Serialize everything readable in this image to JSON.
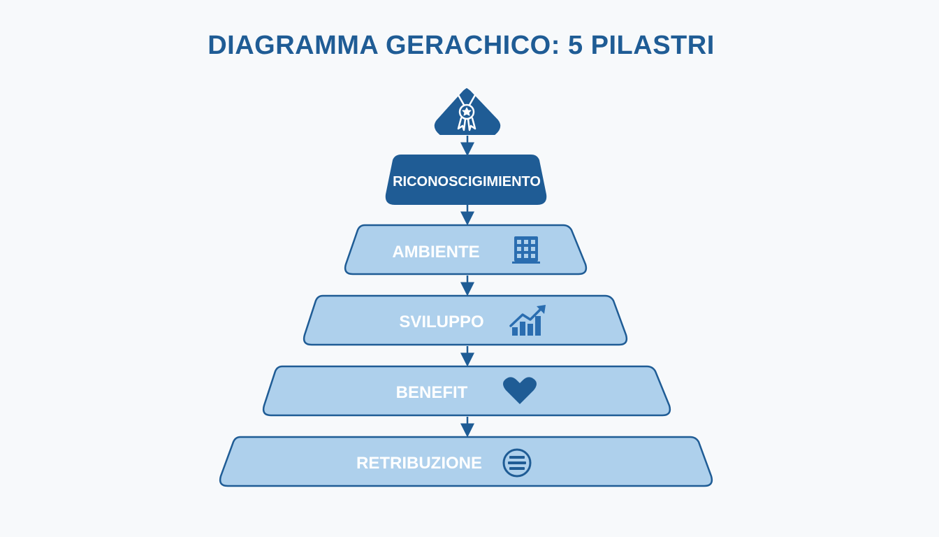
{
  "title": "DIAGRAMMA GERACHICO: 5 PILASTRI",
  "colors": {
    "primary": "#1f5c95",
    "tier_fill": "#aed0ec",
    "tier_stroke": "#1f5c95",
    "text_on_tier": "#ffffff",
    "background": "#f7f9fb"
  },
  "apex": {
    "icon": "medal-star-icon"
  },
  "levels": [
    {
      "label": "RICONOSCIGIMIENTO",
      "icon": null
    },
    {
      "label": "AMBIENTE",
      "icon": "building-icon"
    },
    {
      "label": "SVILUPPO",
      "icon": "growth-chart-icon"
    },
    {
      "label": "BENEFIT",
      "icon": "heart-icon"
    },
    {
      "label": "RETRIBUZIONE",
      "icon": "money-stack-icon"
    }
  ]
}
